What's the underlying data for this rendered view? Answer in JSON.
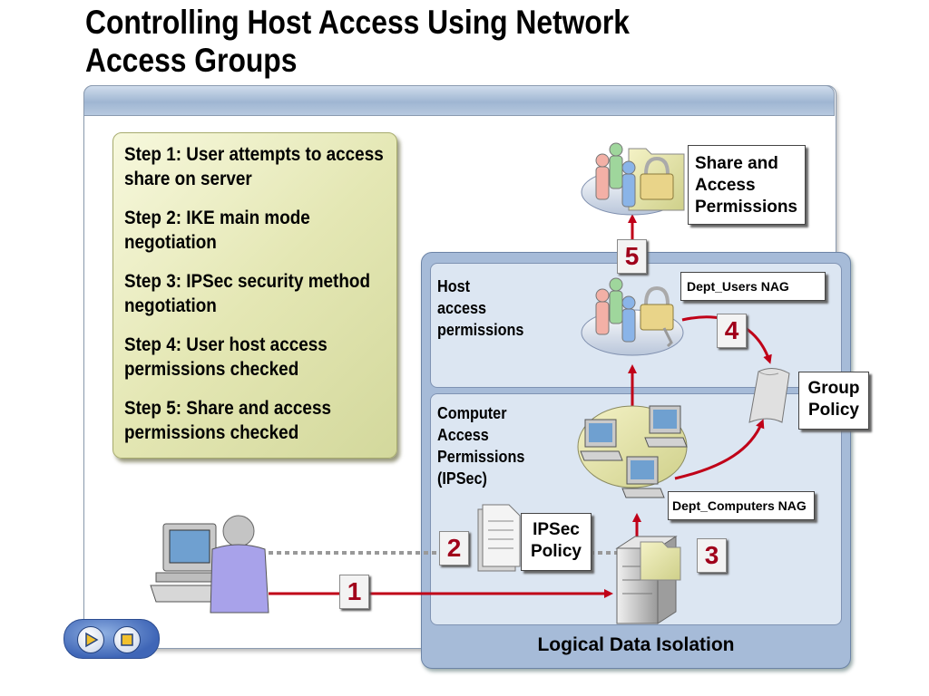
{
  "title": "Controlling Host Access Using Network\nAccess Groups",
  "steps": [
    "Step 1: User attempts to access share on server",
    "Step 2: IKE main mode negotiation",
    "Step 3: IPSec security method negotiation",
    "Step 4: User host access permissions checked",
    "Step 5: Share and access permissions checked"
  ],
  "labels": {
    "share_permissions": "Share and\nAccess\nPermissions",
    "host_access": "Host\naccess\npermissions",
    "dept_users_nag": "Dept_Users NAG",
    "computer_access": "Computer\nAccess\nPermissions\n(IPSec)",
    "dept_computers_nag": "Dept_Computers NAG",
    "ipsec_policy": "IPSec\nPolicy",
    "group_policy": "Group\nPolicy",
    "logical_isolation": "Logical Data Isolation"
  },
  "numbers": [
    "1",
    "2",
    "3",
    "4",
    "5"
  ],
  "colors": {
    "arrow": "#c00018",
    "number": "#a0001a",
    "steps_bg": "#e4e7b4",
    "iso_bg": "#a6bbd8"
  },
  "icons": [
    "user-computer-icon",
    "server-icon",
    "document-icon",
    "group-policy-scroll-icon",
    "computers-group-icon",
    "users-lock-icon",
    "play-icon",
    "stop-icon"
  ]
}
